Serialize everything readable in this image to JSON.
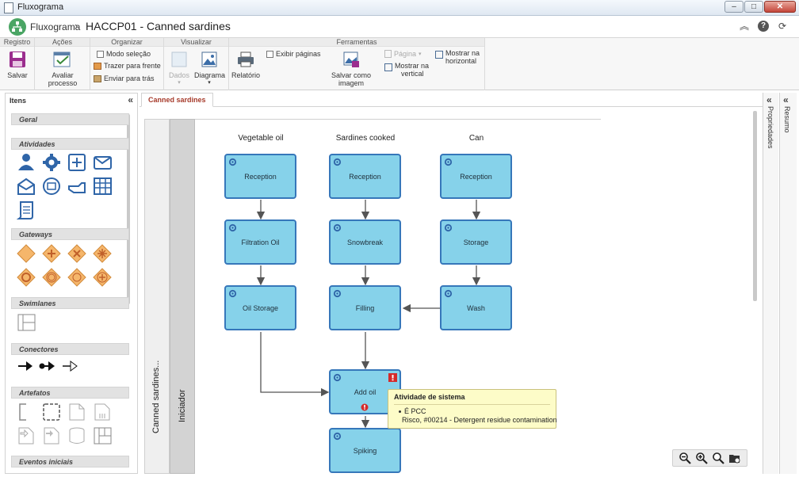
{
  "window": {
    "title": "Fluxograma"
  },
  "breadcrumb": {
    "module": "Fluxograma",
    "document": "HACCP01 - Canned sardines"
  },
  "ribbon": {
    "groups": {
      "registro": "Registro",
      "acoes": "Ações",
      "organizar": "Organizar",
      "visualizar": "Visualizar",
      "ferramentas": "Ferramentas"
    },
    "salvar": "Salvar",
    "avaliar_processo": "Avaliar processo",
    "modo_selecao": "Modo seleção",
    "trazer_frente": "Trazer para frente",
    "enviar_tras": "Enviar para trás",
    "dados": "Dados",
    "diagrama": "Diagrama",
    "relatorio": "Relatório",
    "exibir_paginas": "Exibir páginas",
    "salvar_imagem": "Salvar como imagem",
    "pagina": "Página",
    "mostrar_vertical_1": "Mostrar na",
    "mostrar_vertical_2": "vertical",
    "mostrar_horizontal_1": "Mostrar na",
    "mostrar_horizontal_2": "horizontal"
  },
  "left_panel": {
    "title": "Itens",
    "sections": {
      "geral": "Geral",
      "atividades": "Atividades",
      "gateways": "Gateways",
      "swimlanes": "Swimlanes",
      "conectores": "Conectores",
      "artefatos": "Artefatos",
      "eventos_iniciais": "Eventos iniciais"
    }
  },
  "right_panels": {
    "propriedades": "Propriedades",
    "resumo": "Resumo"
  },
  "tab": {
    "label": "Canned sardines"
  },
  "diagram": {
    "pool_label": "Canned sardines...",
    "lane_label": "Iniciador",
    "columns": [
      "Vegetable oil",
      "Sardines cooked",
      "Can"
    ],
    "tasks": {
      "reception1": "Reception",
      "reception2": "Reception",
      "reception3": "Reception",
      "filtration_oil": "Filtration Oil",
      "snowbreak": "Snowbreak",
      "storage": "Storage",
      "oil_storage": "Oil Storage",
      "filling": "Filling",
      "wash": "Wash",
      "add_oil": "Add oil",
      "spiking": "Spiking"
    }
  },
  "tooltip": {
    "title": "Atividade de sistema",
    "items": [
      "É PCC",
      "Risco, #00214 - Detergent residue contamination"
    ]
  },
  "colors": {
    "task_fill": "#86d2ea",
    "task_border": "#3677ba",
    "logo": "#4aa564",
    "tab_text": "#a63a2a",
    "gateway": "#f5b66b"
  }
}
